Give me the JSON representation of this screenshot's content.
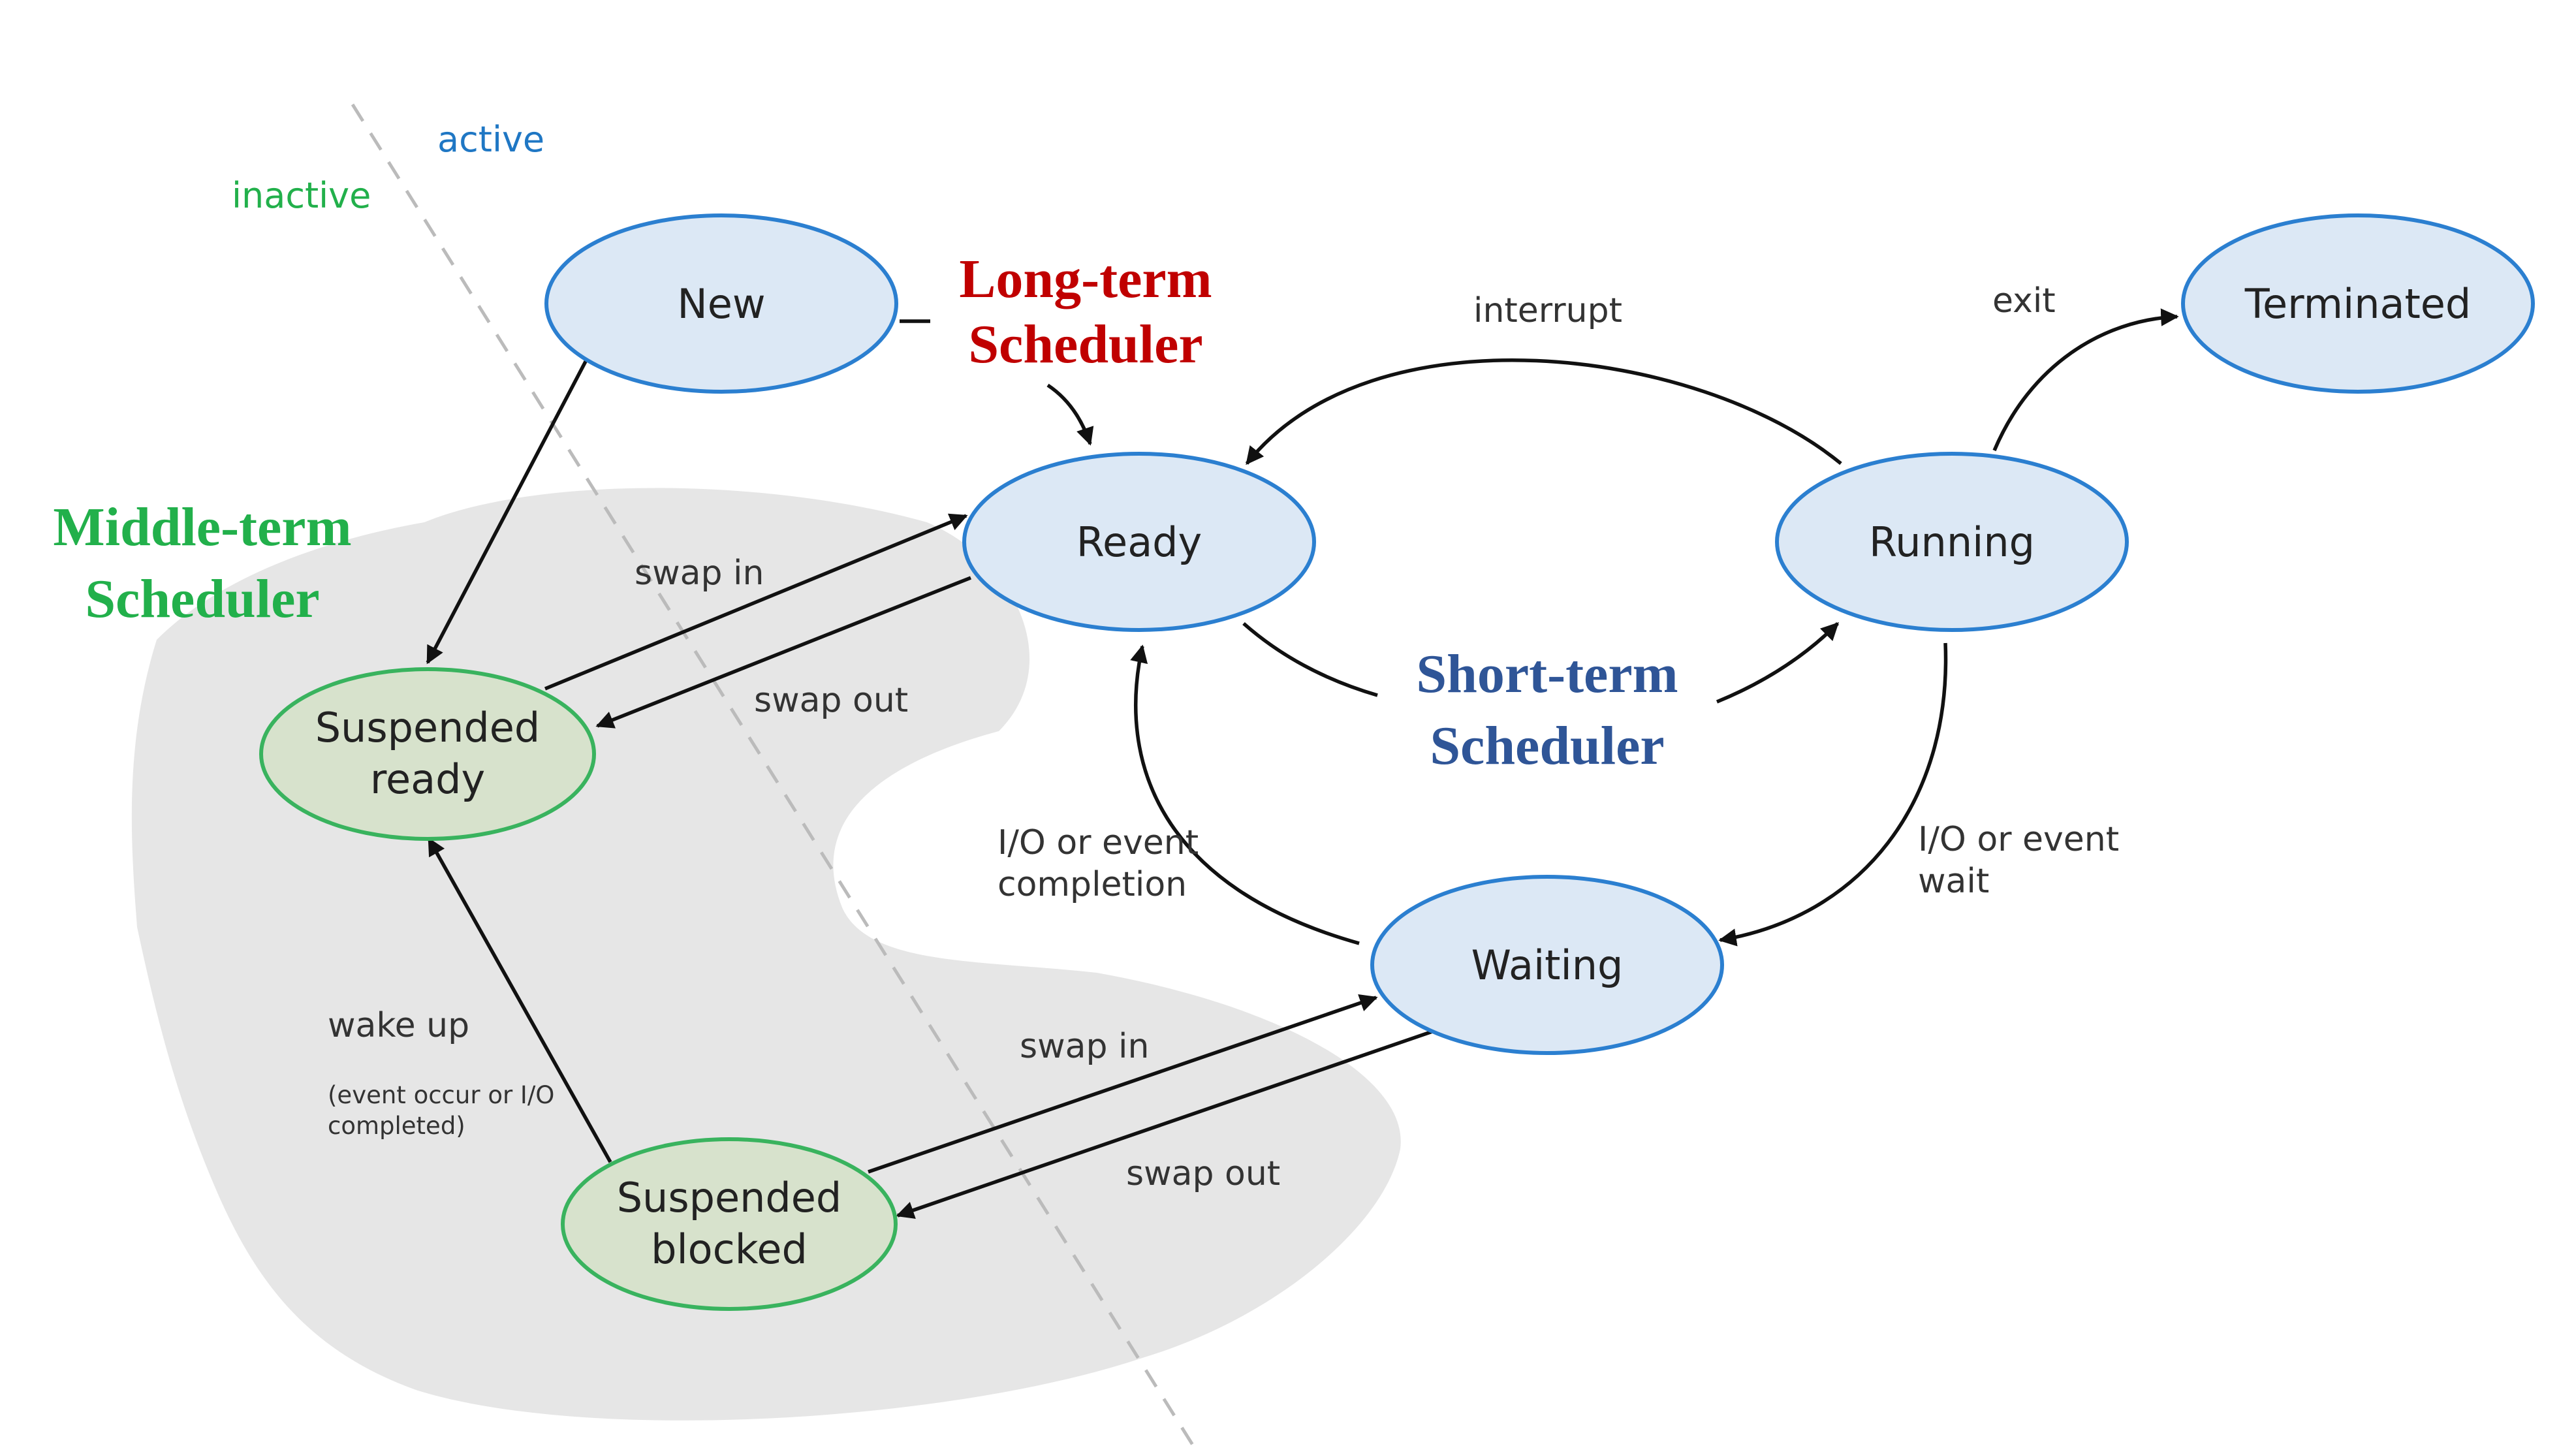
{
  "zones": {
    "active": "active",
    "inactive": "inactive"
  },
  "nodes": {
    "new": "New",
    "ready": "Ready",
    "running": "Running",
    "terminated": "Terminated",
    "waiting": "Waiting",
    "suspended_ready": [
      "Suspended",
      "ready"
    ],
    "suspended_blocked": [
      "Suspended",
      "blocked"
    ]
  },
  "edges": {
    "interrupt": "interrupt",
    "exit": "exit",
    "swap_in_ready": "swap in",
    "swap_out_ready": "swap out",
    "swap_in_waiting": "swap in",
    "swap_out_waiting": "swap out",
    "io_completion": [
      "I/O or event",
      "completion"
    ],
    "io_wait": [
      "I/O or event",
      "wait"
    ],
    "wake_up": "wake up",
    "wake_up_note": [
      "(event occur or I/O",
      "completed)"
    ]
  },
  "schedulers": {
    "long_term": [
      "Long-term",
      "Scheduler"
    ],
    "short_term": [
      "Short-term",
      "Scheduler"
    ],
    "middle_term": [
      "Middle-term",
      "Scheduler"
    ]
  },
  "colors": {
    "active_zone": "#1f77c4",
    "inactive_zone": "#22b04b",
    "active_node_fill": "#dce8f5",
    "active_node_stroke": "#2b7fd0",
    "inactive_node_fill": "#d7e2cc",
    "inactive_node_stroke": "#39b35e",
    "long_term": "#c00000",
    "short_term": "#2f5597",
    "middle_term": "#22b04b",
    "blob": "#e6e6e6",
    "divider": "#bbbbbb"
  }
}
